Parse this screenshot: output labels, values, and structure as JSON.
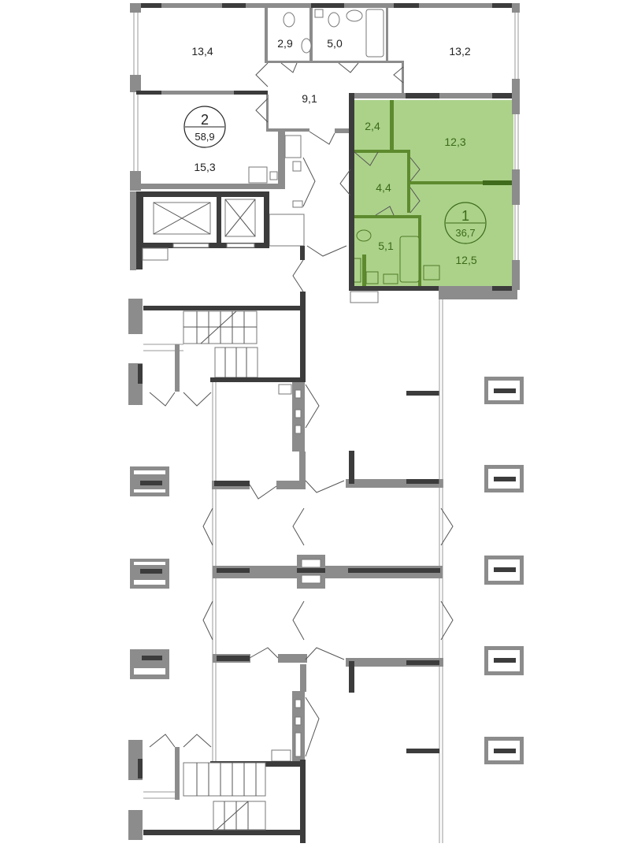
{
  "floor_plan": {
    "apartments": [
      {
        "number": "2",
        "total_area": "58,9",
        "highlighted": false,
        "rooms": {
          "room_a": "13,4",
          "wc": "2,9",
          "bathroom": "5,0",
          "room_b": "13,2",
          "hall": "9,1",
          "room_c": "15,3"
        }
      },
      {
        "number": "1",
        "total_area": "36,7",
        "highlighted": true,
        "rooms": {
          "storage": "2,4",
          "room": "12,3",
          "hall": "4,4",
          "bathroom": "5,1",
          "kitchen": "12,5"
        }
      }
    ],
    "colors": {
      "highlight": "#acd28a",
      "highlight_text": "#3b6a18",
      "wall": "#8c8c8c",
      "wall_dark": "#3c3c3c"
    }
  }
}
